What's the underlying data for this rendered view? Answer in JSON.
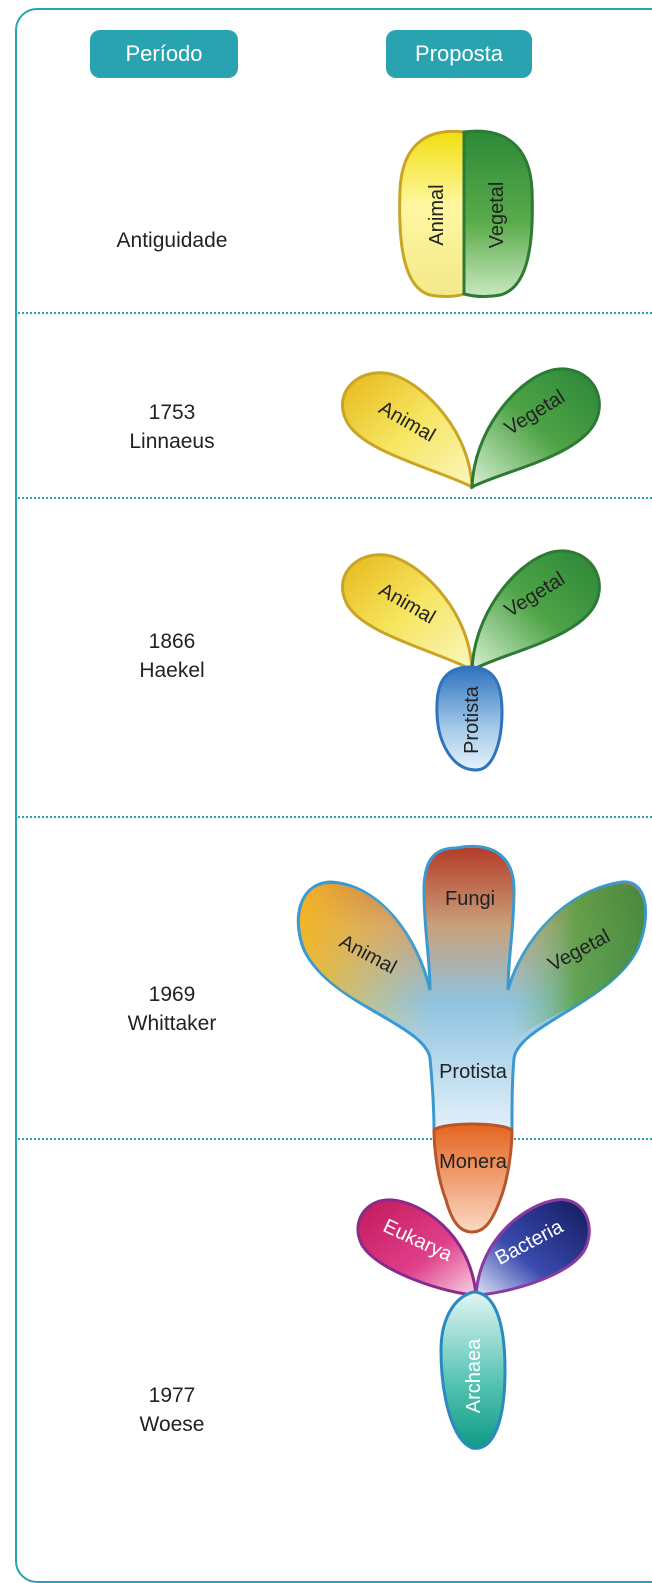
{
  "headers": {
    "period": "Período",
    "proposal": "Proposta"
  },
  "rows": [
    {
      "period": "Antiguidade",
      "petals": [
        "Animal",
        "Vegetal"
      ]
    },
    {
      "period": "1753",
      "author": "Linnaeus",
      "petals": [
        "Animal",
        "Vegetal"
      ]
    },
    {
      "period": "1866",
      "author": "Haekel",
      "petals": [
        "Animal",
        "Vegetal",
        "Protista"
      ]
    },
    {
      "period": "1969",
      "author": "Whittaker",
      "petals": [
        "Fungi",
        "Animal",
        "Vegetal",
        "Protista",
        "Monera"
      ]
    },
    {
      "period": "1977",
      "author": "Woese",
      "petals": [
        "Eukarya",
        "Bacteria",
        "Archaea"
      ]
    }
  ],
  "colors": {
    "frame": "#2aa3b0",
    "animal": "#f3dd10",
    "vegetal": "#2d8a3a",
    "protista": "#3a7fc4",
    "fungi": "#b5402a",
    "monera": "#e56a2a",
    "eukarya": "#d81b6c",
    "bacteria": "#1e2572",
    "archaea": "#149a8a"
  }
}
